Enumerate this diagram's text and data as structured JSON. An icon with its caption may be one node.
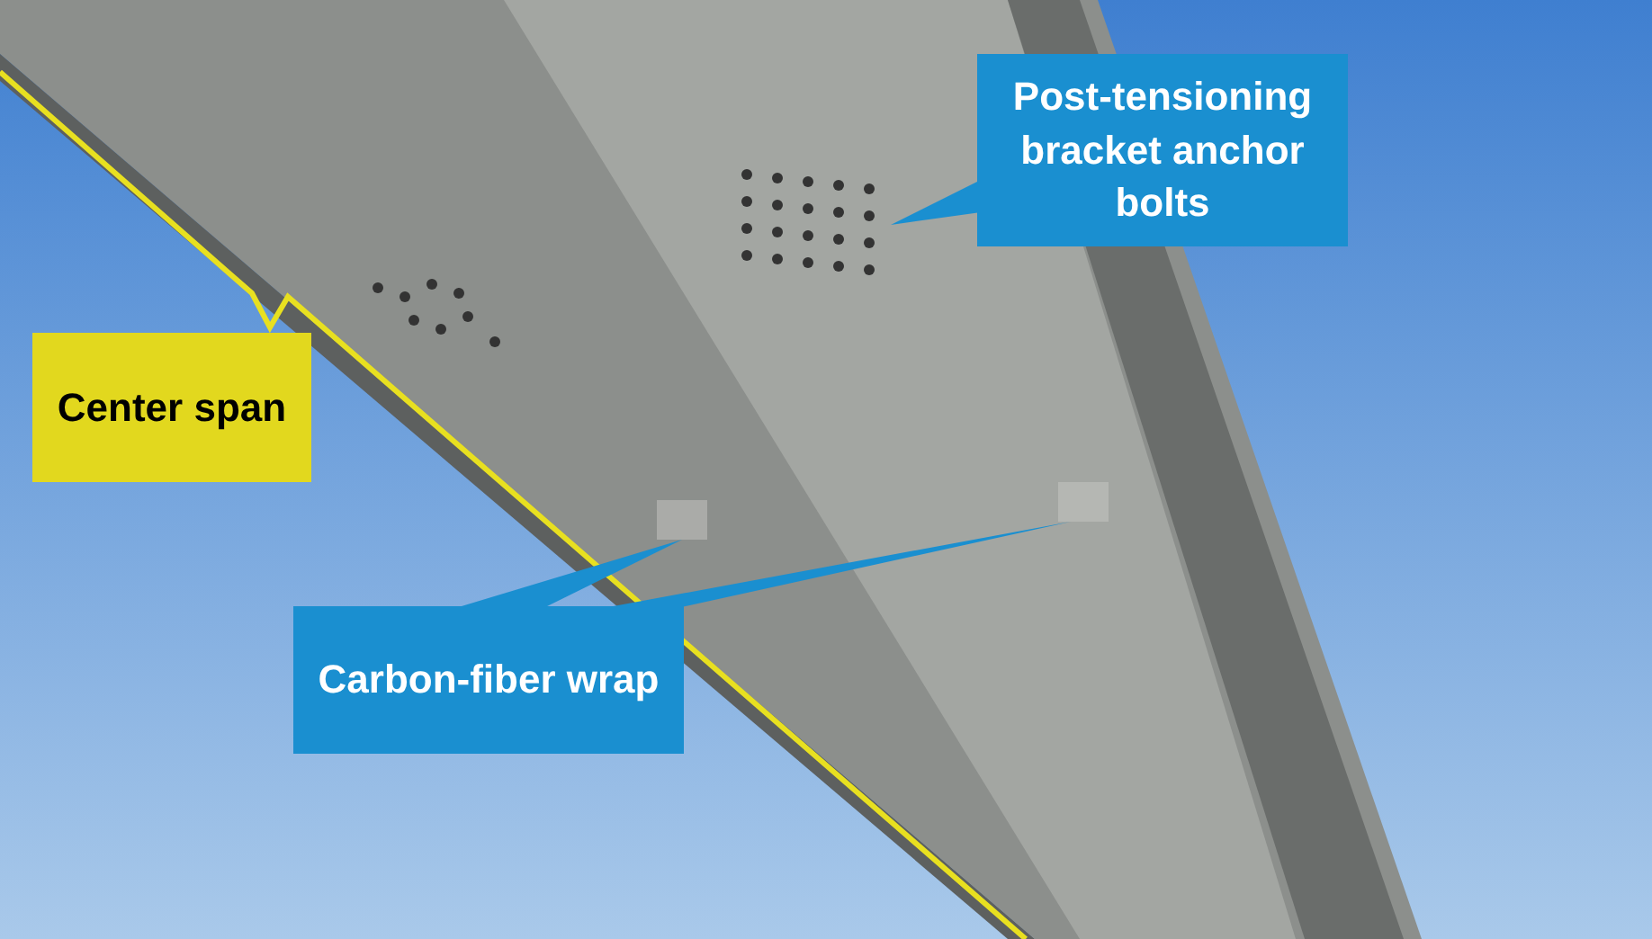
{
  "diagram": {
    "nodes": [
      {
        "text": [
          "Post-tensioning bracket anchor bolts"
        ]
      },
      {
        "text": [],
        "shape": "picture"
      },
      {
        "text": [
          "Carbon-fiber wrap"
        ]
      },
      {
        "text": [],
        "shape": "box"
      },
      {
        "text": [],
        "shape": "box"
      },
      {
        "text": [
          "Center span"
        ]
      }
    ],
    "edges": [
      {
        "from": 0,
        "to": 1,
        "arrow": "none"
      },
      {
        "from": 2,
        "to": 3,
        "arrow": "none"
      },
      {
        "from": 2,
        "to": 4,
        "arrow": "none"
      }
    ]
  }
}
